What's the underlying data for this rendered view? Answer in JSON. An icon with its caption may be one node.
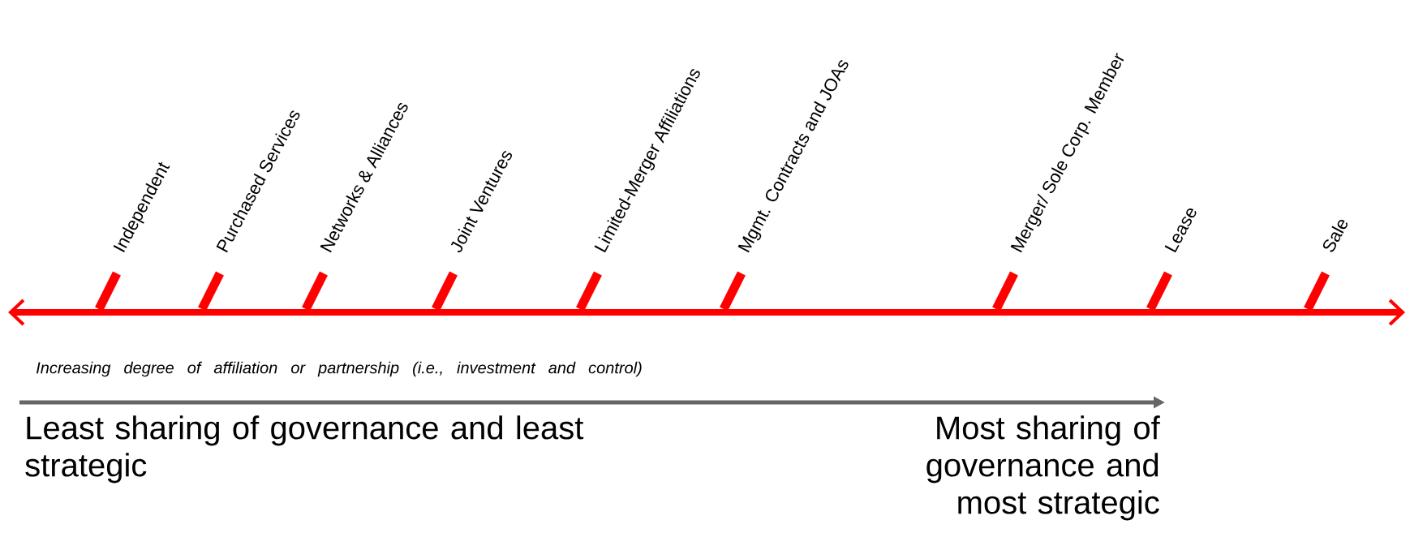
{
  "diagram": {
    "labels": [
      "Independent",
      "Purchased Services",
      "Networks & Alliances",
      "Joint Ventures",
      "Limited-Merger Affiliations",
      "Mgmt. Contracts and JOAs",
      "Merger/ Sole Corp. Member",
      "Lease",
      "Sale",
      "Increasing degree of affiliation or partnership (i.e., investment and control)",
      "Least sharing of governance and least strategic",
      "Most sharing of governance and most strategic"
    ]
  }
}
